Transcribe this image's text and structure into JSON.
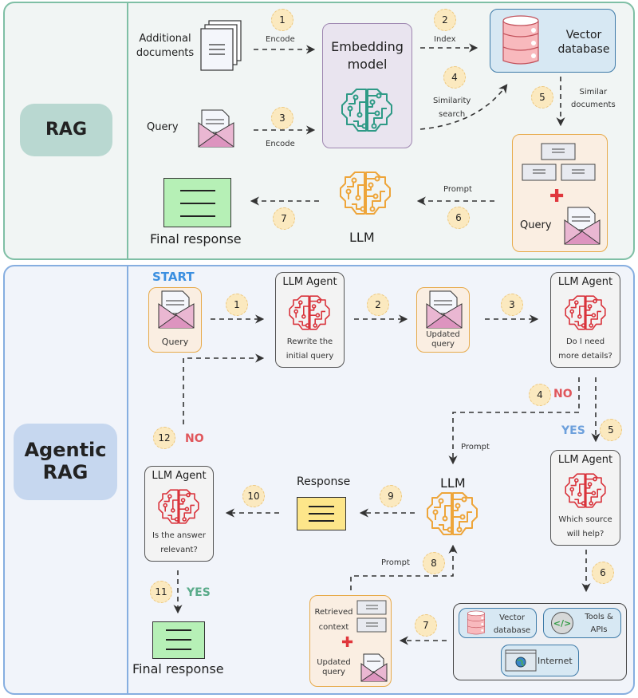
{
  "rag": {
    "section_label": "RAG",
    "additional_documents": "Additional\ndocuments",
    "query_label": "Query",
    "embedding_model": "Embedding\nmodel",
    "vector_database": "Vector\ndatabase",
    "llm_label": "LLM",
    "final_response": "Final response",
    "context_query_label": "Query",
    "steps": [
      {
        "num": "1",
        "label": "Encode"
      },
      {
        "num": "2",
        "label": "Index"
      },
      {
        "num": "3",
        "label": "Encode"
      },
      {
        "num": "4",
        "label": "Similarity\nsearch"
      },
      {
        "num": "5",
        "label": "Similar\ndocuments"
      },
      {
        "num": "6",
        "label": "Prompt"
      },
      {
        "num": "7",
        "label": ""
      }
    ]
  },
  "agentic": {
    "section_label": "Agentic\nRAG",
    "start_label": "START",
    "query_label": "Query",
    "agent_title": "LLM Agent",
    "rewrite_text": "Rewrite the\ninitial query",
    "updated_query": "Updated\nquery",
    "need_details": "Do I need\nmore details?",
    "which_source": "Which source\nwill help?",
    "answer_relevant": "Is the answer\nrelevant?",
    "llm_label": "LLM",
    "response_label": "Response",
    "final_response": "Final response",
    "retrieved_context": "Retrieved\ncontext",
    "updated_query_ctx": "Updated\nquery",
    "prompt_label_1": "Prompt",
    "prompt_label_2": "Prompt",
    "yes": "YES",
    "no": "NO",
    "sources": {
      "vector_db": "Vector\ndatabase",
      "tools": "Tools &\nAPIs",
      "internet": "Internet"
    },
    "steps": [
      "1",
      "2",
      "3",
      "4",
      "5",
      "6",
      "7",
      "8",
      "9",
      "10",
      "11",
      "12"
    ]
  },
  "colors": {
    "rag_border": "#7fbfa5",
    "agentic_border": "#86aee0",
    "brain_teal": "#2e9a86",
    "brain_orange": "#eea53a",
    "brain_red": "#d9333b",
    "final_green": "#b6f0b6",
    "response_yellow": "#fde68a",
    "step_fill": "#fbe9bf"
  }
}
